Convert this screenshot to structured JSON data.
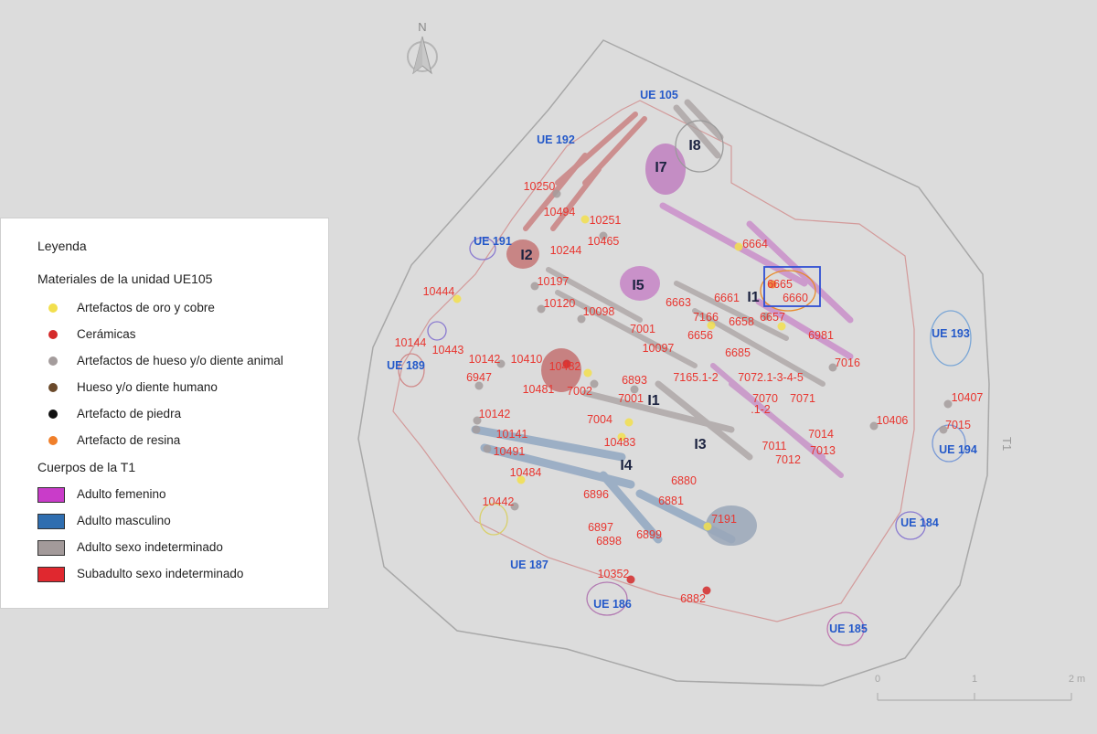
{
  "north_label": "N",
  "legend": {
    "title": "Leyenda",
    "materials_heading": "Materiales de la unidad UE105",
    "materials": [
      {
        "label": "Artefactos de oro y cobre",
        "color": "#f2df4d"
      },
      {
        "label": "Cerámicas",
        "color": "#d42a2a"
      },
      {
        "label": "Artefactos de hueso y/o diente animal",
        "color": "#a49c9c"
      },
      {
        "label": "Hueso y/o diente humano",
        "color": "#6b4a2b"
      },
      {
        "label": "Artefacto de piedra",
        "color": "#111111"
      },
      {
        "label": "Artefacto de resina",
        "color": "#f07f2a"
      }
    ],
    "bodies_heading": "Cuerpos de la T1",
    "bodies": [
      {
        "label": "Adulto femenino",
        "color": "#c93cc9"
      },
      {
        "label": "Adulto masculino",
        "color": "#2f6eb0"
      },
      {
        "label": "Adulto sexo indeterminado",
        "color": "#a39a9a"
      },
      {
        "label": "Subadulto sexo indeterminado",
        "color": "#e0282f"
      }
    ]
  },
  "unit_labels": [
    "UE 105",
    "UE 192",
    "UE 191",
    "UE 189",
    "UE 187",
    "UE 186",
    "UE 185",
    "UE 184",
    "UE 194",
    "UE 193"
  ],
  "individual_labels": [
    "I8",
    "I7",
    "I2",
    "I5",
    "I1",
    "I1",
    "I4",
    "I3"
  ],
  "trench_label": "T1",
  "find_numbers": [
    "10250",
    "10494",
    "10251",
    "10244",
    "10465",
    "10197",
    "10444",
    "10120",
    "10098",
    "10144",
    "10443",
    "10142",
    "10410",
    "10482",
    "6947",
    "10481",
    "7002",
    "6893",
    "7001",
    "7001",
    "6663",
    "6661",
    "6665",
    "6660",
    "6664",
    "7166",
    "6658",
    "6657",
    "6656",
    "6981",
    "10097",
    "6685",
    "7016",
    "7165.1-2",
    "7072.1-3-4-5",
    "7070",
    ".1-2",
    "7071",
    "10406",
    "10407",
    "7015",
    "7014",
    "7013",
    "7011",
    "7012",
    "10142",
    "7004",
    "10141",
    "10483",
    "10491",
    "10484",
    "6880",
    "6896",
    "6881",
    "10442",
    "7191",
    "6897",
    "6898",
    "6899",
    "10352",
    "6882"
  ],
  "scale": {
    "labels": [
      "0",
      "1",
      "2 m"
    ]
  }
}
